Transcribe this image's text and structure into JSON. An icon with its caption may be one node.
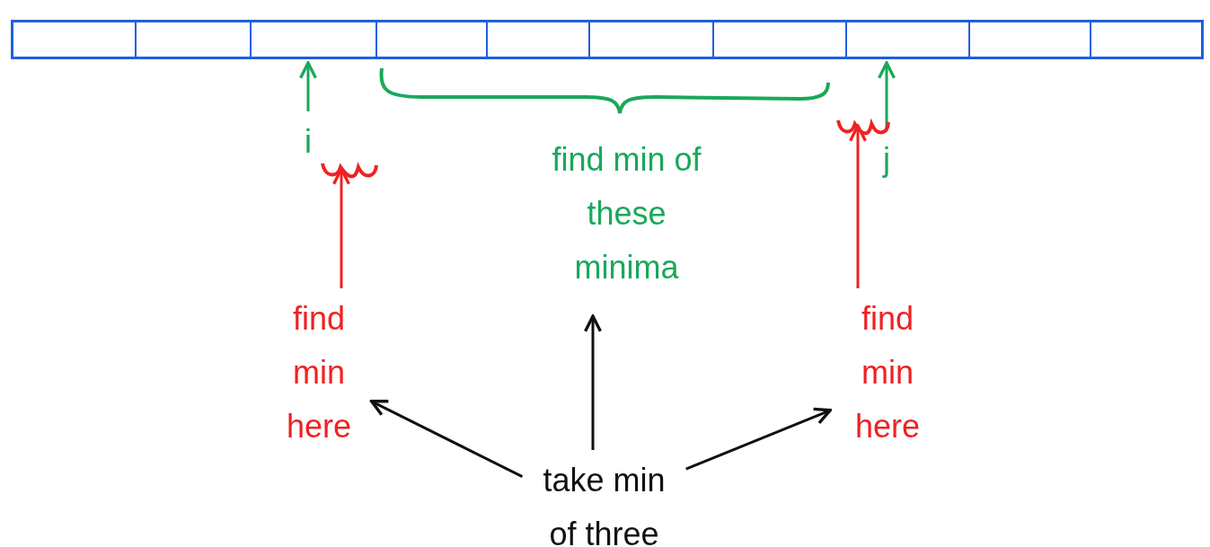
{
  "diagram": {
    "nodes": [
      {
        "text": [],
        "shape": "box"
      },
      {
        "text": [],
        "shape": "box",
        "in": 0
      },
      {
        "text": [],
        "shape": "box",
        "in": 0
      },
      {
        "text": [],
        "shape": "box",
        "in": 0
      },
      {
        "text": [],
        "shape": "box",
        "in": 0
      },
      {
        "text": [],
        "shape": "box",
        "in": 0
      },
      {
        "text": [],
        "shape": "box",
        "in": 0
      },
      {
        "text": [],
        "shape": "box",
        "in": 0
      },
      {
        "text": [],
        "shape": "box",
        "in": 0
      },
      {
        "text": [],
        "shape": "box",
        "in": 0
      },
      {
        "text": [],
        "shape": "box",
        "in": 0
      },
      {
        "text": [
          "i"
        ]
      },
      {
        "text": [],
        "shape": "brace"
      },
      {
        "text": [
          "find min here"
        ]
      },
      {
        "text": [
          "find min of these minima"
        ]
      },
      {
        "text": [],
        "shape": "brace"
      },
      {
        "text": [
          "j"
        ]
      },
      {
        "text": [
          "find min here"
        ]
      },
      {
        "text": [
          "take min of three"
        ]
      }
    ],
    "edges": [
      {
        "from": 11,
        "to": 3,
        "arrow": "to",
        "color": "#1aa85a"
      },
      {
        "from": 16,
        "to": 8,
        "arrow": "to",
        "color": "#1aa85a"
      },
      {
        "from": 13,
        "to": 12,
        "arrow": "to",
        "color": "#ee2222"
      },
      {
        "from": 17,
        "to": 15,
        "arrow": "to",
        "color": "#ee2222"
      },
      {
        "from": 18,
        "to": 13,
        "arrow": "to"
      },
      {
        "from": 18,
        "to": 14,
        "arrow": "to"
      },
      {
        "from": 18,
        "to": 17,
        "arrow": "to"
      }
    ]
  }
}
